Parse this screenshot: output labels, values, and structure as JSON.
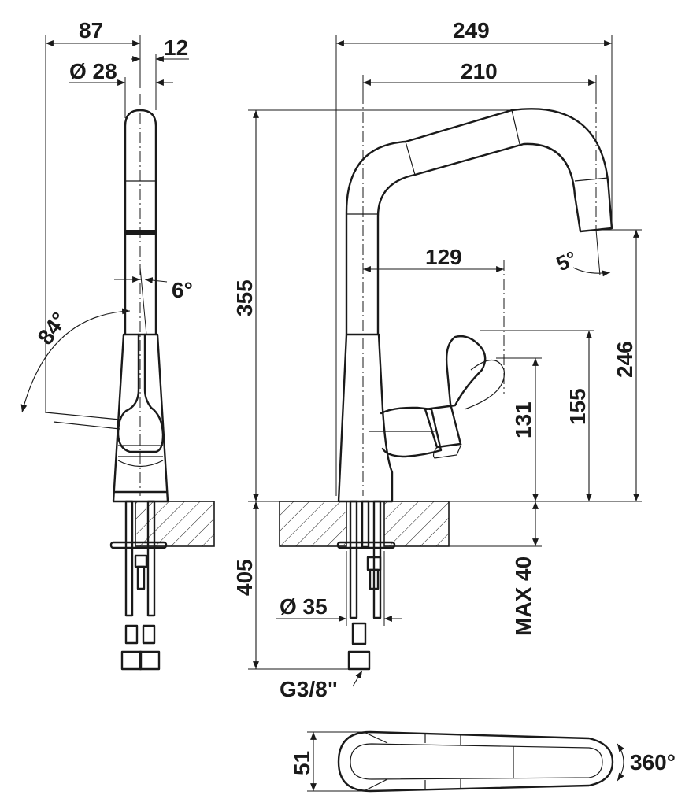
{
  "dimensions": {
    "width_87": "87",
    "width_12": "12",
    "diameter_28": "Ø 28",
    "angle_6": "6°",
    "angle_84": "84°",
    "width_249": "249",
    "width_210": "210",
    "height_355": "355",
    "depth_405": "405",
    "width_129": "129",
    "angle_5": "5°",
    "height_246": "246",
    "height_155": "155",
    "height_131": "131",
    "max_40": "MAX 40",
    "diameter_35": "Ø 35",
    "thread_g38": "G3/8\"",
    "height_51": "51",
    "rotation_360": "360°"
  },
  "colors": {
    "line": "#1a1a1a",
    "background": "#ffffff"
  }
}
